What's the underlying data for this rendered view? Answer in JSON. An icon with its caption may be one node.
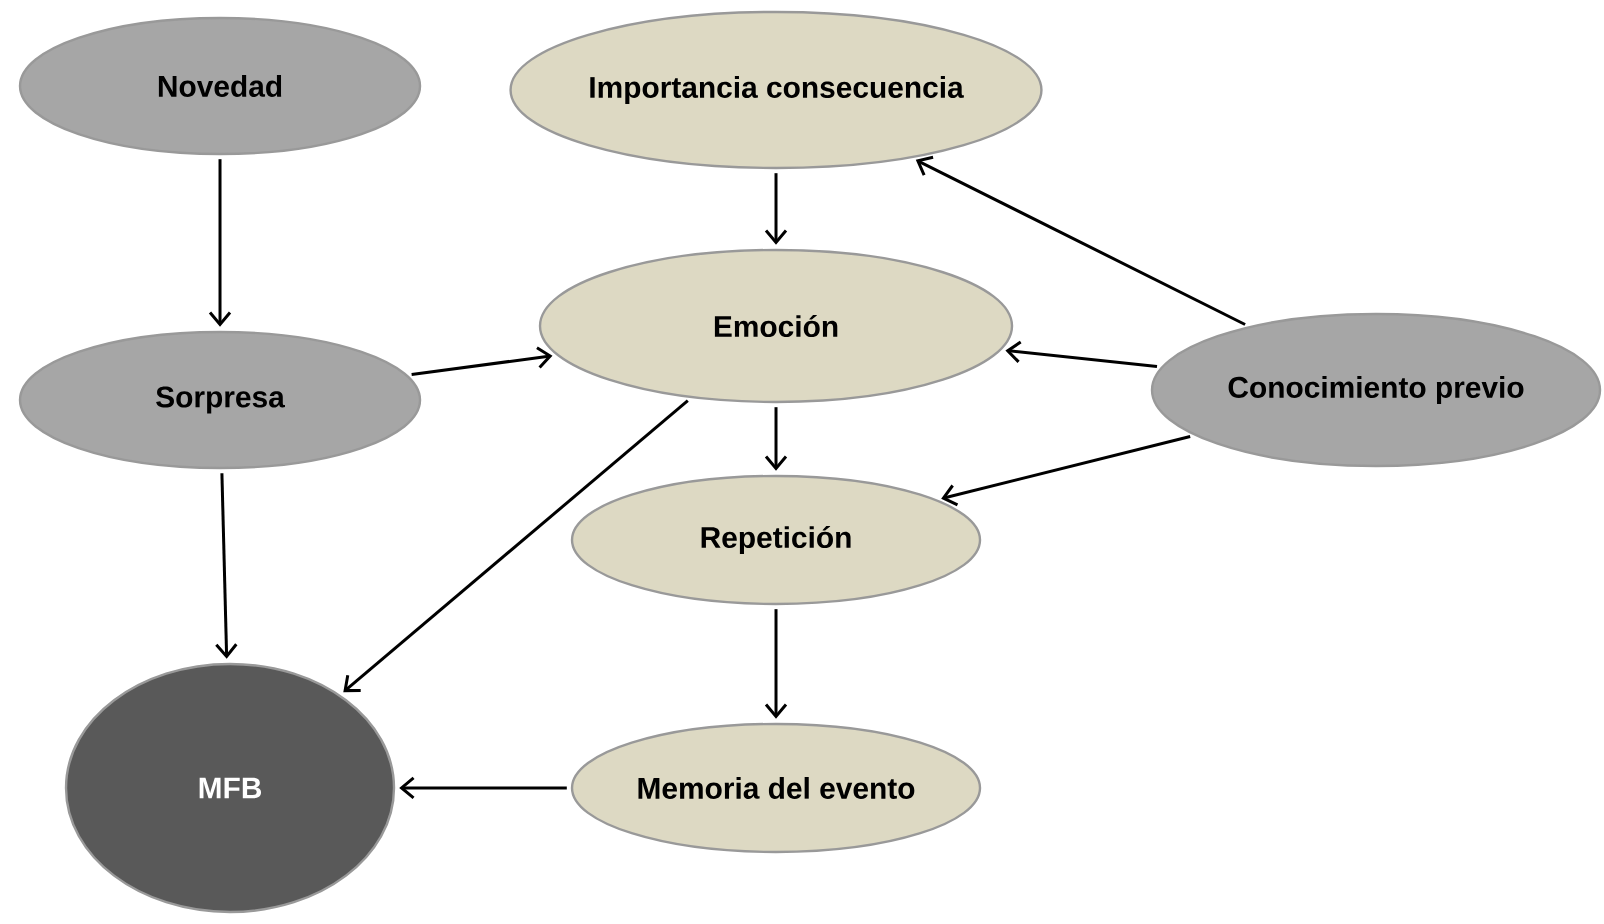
{
  "diagram": {
    "nodes": [
      {
        "text": [
          "Novedad"
        ]
      },
      {
        "text": [
          "Sorpresa"
        ]
      },
      {
        "text": [
          "Importancia consecuencia"
        ]
      },
      {
        "text": [
          "Emoción"
        ]
      },
      {
        "text": [
          "Conocimiento previo"
        ]
      },
      {
        "text": [
          "Repetición"
        ]
      },
      {
        "text": [
          "Memoria del evento"
        ]
      },
      {
        "text": [
          "MFB"
        ]
      }
    ],
    "edges": [
      {
        "from": 0,
        "to": 1,
        "arrow": "to"
      },
      {
        "from": 1,
        "to": 3,
        "arrow": "to"
      },
      {
        "from": 1,
        "to": 7,
        "arrow": "to"
      },
      {
        "from": 2,
        "to": 3,
        "arrow": "to"
      },
      {
        "from": 3,
        "to": 5,
        "arrow": "to"
      },
      {
        "from": 3,
        "to": 7,
        "arrow": "to"
      },
      {
        "from": 4,
        "to": 2,
        "arrow": "to"
      },
      {
        "from": 4,
        "to": 3,
        "arrow": "to"
      },
      {
        "from": 4,
        "to": 5,
        "arrow": "to"
      },
      {
        "from": 5,
        "to": 6,
        "arrow": "to"
      },
      {
        "from": 6,
        "to": 7,
        "arrow": "to"
      }
    ]
  }
}
